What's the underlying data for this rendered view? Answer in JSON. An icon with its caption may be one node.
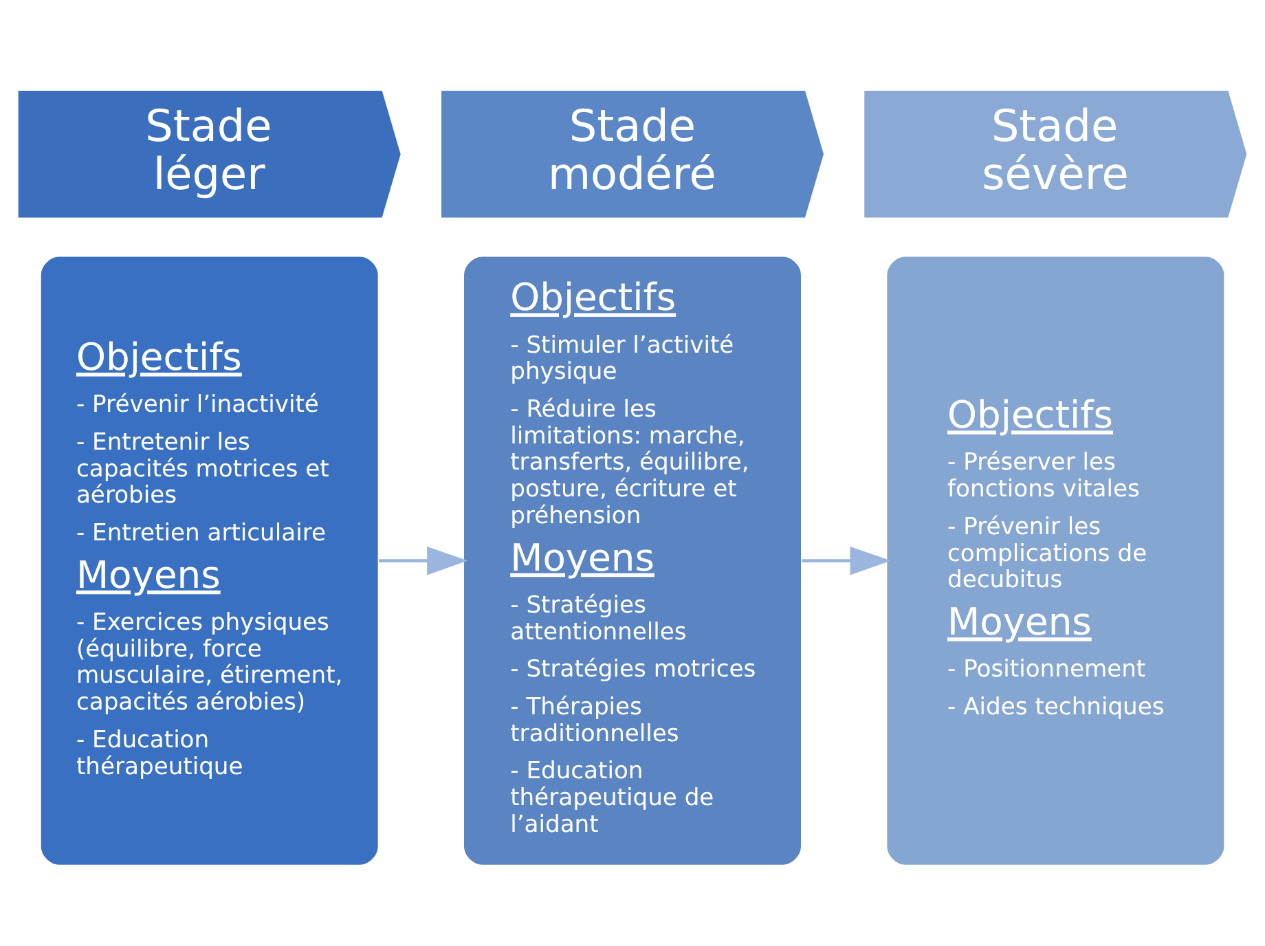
{
  "diagram": {
    "nodes": [
      {
        "text": [
          "Stade léger"
        ]
      },
      {
        "text": [
          "Stade modéré"
        ]
      },
      {
        "text": [
          "Stade sévère"
        ]
      },
      {
        "text": [
          "Objectifs",
          "- Prévenir l’inactivité",
          "- Entretenir les capacités motrices et aérobies",
          "- Entretien articulaire",
          "Moyens",
          "- Exercices physiques (équilibre, force musculaire, étirement, capacités aérobies)",
          "- Education thérapeutique"
        ]
      },
      {
        "text": [
          "Objectifs",
          "- Stimuler l’activité physique",
          "- Réduire les limitations: marche, transferts, équilibre, posture, écriture et préhension",
          "Moyens",
          "- Stratégies attentionnelles",
          "- Stratégies motrices",
          "- Thérapies traditionnelles",
          "- Education thérapeutique de l’aidant"
        ]
      },
      {
        "text": [
          "Objectifs",
          "- Préserver les fonctions vitales",
          "- Prévenir les complications de decubitus",
          "Moyens",
          "- Positionnement",
          "- Aides techniques"
        ]
      }
    ],
    "edges": [
      {
        "from": 3,
        "to": 4,
        "arrow": "to"
      },
      {
        "from": 4,
        "to": 5,
        "arrow": "to"
      }
    ]
  }
}
